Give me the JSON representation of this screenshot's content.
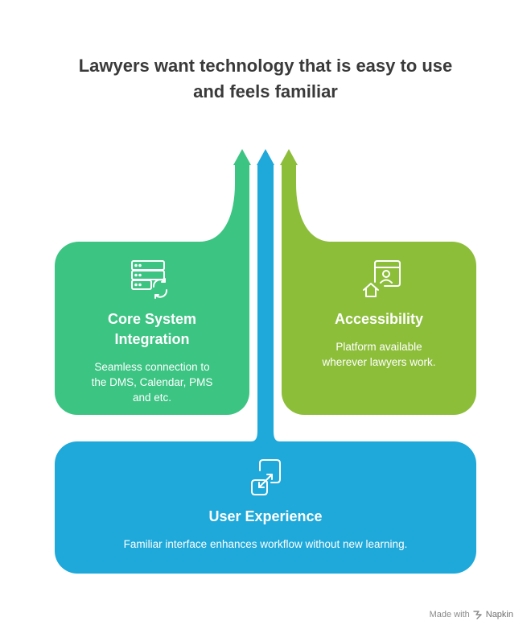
{
  "title": {
    "line1": "Lawyers want technology that is easy to use",
    "line2": "and feels familiar"
  },
  "cards": {
    "core": {
      "heading_line1": "Core System",
      "heading_line2": "Integration",
      "body_line1": "Seamless connection to",
      "body_line2": "the DMS, Calendar, PMS",
      "body_line3": "and etc.",
      "icon": "server-sync-icon",
      "color": "#3CC483"
    },
    "access": {
      "heading": "Accessibility",
      "body_line1": "Platform available",
      "body_line2": "wherever lawyers work.",
      "icon": "remote-access-icon",
      "color": "#8DBE3A"
    },
    "ux": {
      "heading": "User Experience",
      "body": "Familiar interface enhances workflow without new learning.",
      "icon": "resize-arrows-icon",
      "color": "#1EA9DA"
    }
  },
  "footer": {
    "made_with": "Made with",
    "brand": "Napkin",
    "logo_icon": "napkin-logo-icon"
  }
}
